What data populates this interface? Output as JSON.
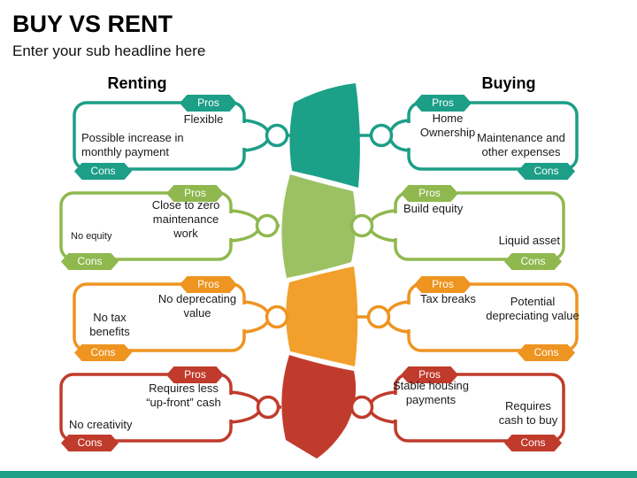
{
  "title": "BUY VS RENT",
  "subtitle": "Enter your sub headline here",
  "columns": {
    "left_heading": "Renting",
    "right_heading": "Buying"
  },
  "labels": {
    "pros": "Pros",
    "cons": "Cons"
  },
  "colors": {
    "teal": "#1C9E87",
    "green": "#8FB84F",
    "orange": "#EE9421",
    "red": "#C03B2C",
    "text": "#1a1a1a",
    "bottom_bar": "#1C9E87"
  },
  "rows": [
    {
      "color": "#1C9E87",
      "renting": {
        "pro": "Flexible",
        "con": "Possible increase in monthly payment"
      },
      "buying": {
        "pro": "Home Ownership",
        "con": "Maintenance and other expenses"
      }
    },
    {
      "color": "#8FB84F",
      "renting": {
        "pro": "Close to zero maintenance work",
        "con": "No equity"
      },
      "buying": {
        "pro": "Build equity",
        "con": "Liquid asset"
      }
    },
    {
      "color": "#EE9421",
      "renting": {
        "pro": "No deprecating value",
        "con": "No tax benefits"
      },
      "buying": {
        "pro": "Tax breaks",
        "con": "Potential depreciating value"
      }
    },
    {
      "color": "#C03B2C",
      "renting": {
        "pro": "Requires less “up-front” cash",
        "con": "No creativity"
      },
      "buying": {
        "pro": "Stable housing payments",
        "con": "Requires cash to buy"
      }
    }
  ]
}
